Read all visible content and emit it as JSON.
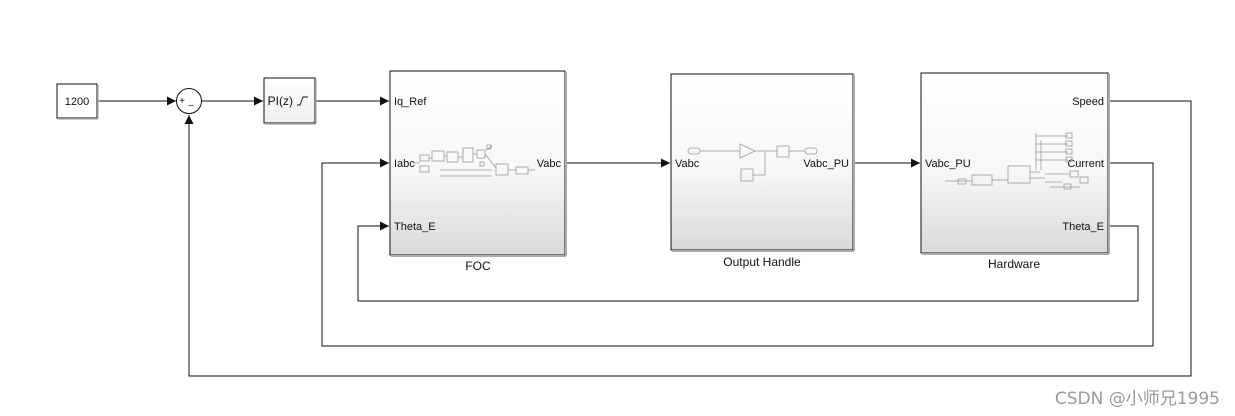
{
  "diagram": {
    "constant": {
      "value": "1200"
    },
    "sum": {
      "plus": "+",
      "minus": "−"
    },
    "pi": {
      "label": "PI(z)"
    },
    "foc": {
      "title": "FOC",
      "inputs": [
        "Iq_Ref",
        "Iabc",
        "Theta_E"
      ],
      "outputs": [
        "Vabc"
      ]
    },
    "output_handle": {
      "title": "Output Handle",
      "inputs": [
        "Vabc"
      ],
      "outputs": [
        "Vabc_PU"
      ]
    },
    "hardware": {
      "title": "Hardware",
      "inputs": [
        "Vabc_PU"
      ],
      "outputs": [
        "Speed",
        "Current",
        "Theta_E"
      ]
    }
  },
  "watermark": "CSDN @小师兄1995"
}
